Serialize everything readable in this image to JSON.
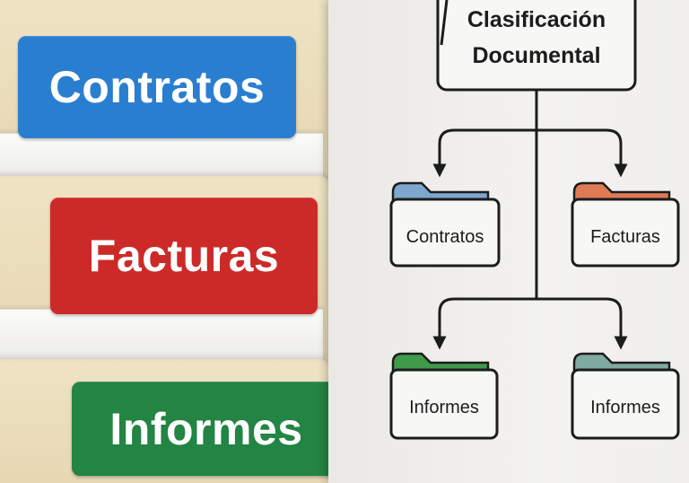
{
  "folder_stack": {
    "tabs": [
      {
        "label": "Contratos",
        "color": "#2a7ed0"
      },
      {
        "label": "Facturas",
        "color": "#cc2a28"
      },
      {
        "label": "Informes",
        "color": "#238444"
      }
    ]
  },
  "diagram": {
    "root_label_line1": "Clasificación",
    "root_label_line2": "Documental",
    "nodes": [
      {
        "label": "Contratos",
        "tab_color": "#7ea7d0"
      },
      {
        "label": "Facturas",
        "tab_color": "#e07a55"
      },
      {
        "label": "Informes",
        "tab_color": "#3f9a4a"
      },
      {
        "label": "Informes",
        "tab_color": "#7faaa1"
      }
    ],
    "line_color": "#1c1c1c"
  }
}
